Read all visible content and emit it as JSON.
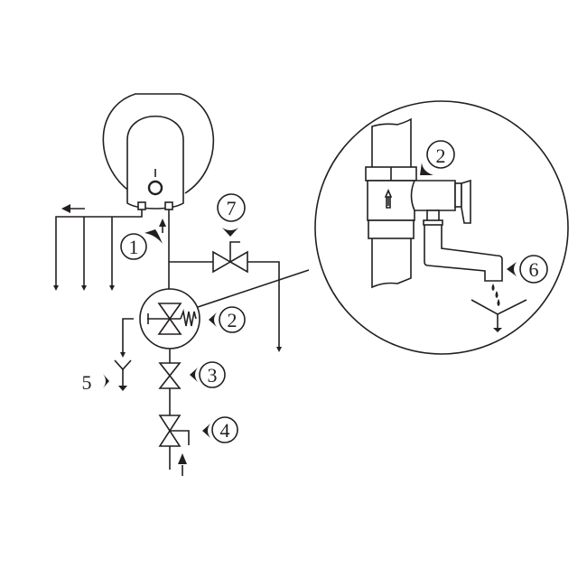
{
  "colors": {
    "line": "#231f20",
    "background": "#ffffff"
  },
  "labels": {
    "l1": "1",
    "l2": "2",
    "l3": "3",
    "l4": "4",
    "l5": "5",
    "l6": "6",
    "l7": "7",
    "l2_detail": "2"
  }
}
